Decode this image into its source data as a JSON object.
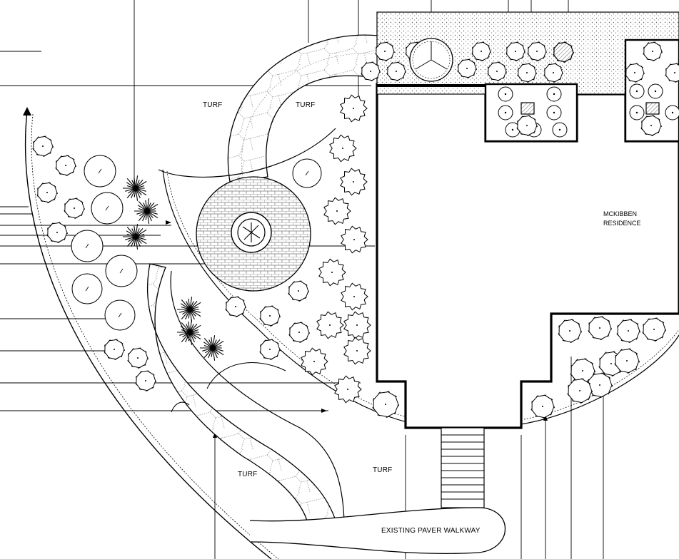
{
  "plan": {
    "labels": {
      "turf_1": "TURF",
      "turf_2": "TURF",
      "turf_3": "TURF",
      "turf_4": "TURF",
      "residence_line1": "MCKIBBEN",
      "residence_line2": "RESIDENCE",
      "walkway": "EXISTING PAVER WALKWAY"
    },
    "colors": {
      "ink": "#000000",
      "paper": "#ffffff",
      "hatch": "#555555"
    }
  }
}
